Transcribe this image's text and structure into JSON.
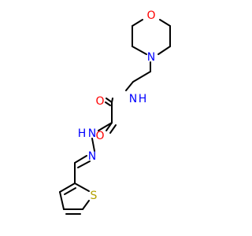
{
  "molecule": {
    "atoms": {
      "ring_oxygen": {
        "symbol": "O",
        "color": "#ff0000"
      },
      "morpholine_nitrogen": {
        "symbol": "N",
        "color": "#0000ff"
      },
      "amide_nitrogen": {
        "symbol": "N",
        "color": "#0000ff"
      },
      "amide_hydrogen": {
        "symbol": "H",
        "color": "#0000ff"
      },
      "carbonyl_oxygen_1": {
        "symbol": "O",
        "color": "#ff0000"
      },
      "carbonyl_oxygen_2": {
        "symbol": "O",
        "color": "#ff0000"
      },
      "hydrazide_nitrogen": {
        "symbol": "N",
        "color": "#0000ff"
      },
      "hydrazide_hydrogen": {
        "symbol": "H",
        "color": "#0000ff"
      },
      "imine_nitrogen": {
        "symbol": "N",
        "color": "#0000ff"
      },
      "thiophene_sulfur": {
        "symbol": "S",
        "color": "#b3a100"
      }
    },
    "bond_color": "#000000"
  }
}
